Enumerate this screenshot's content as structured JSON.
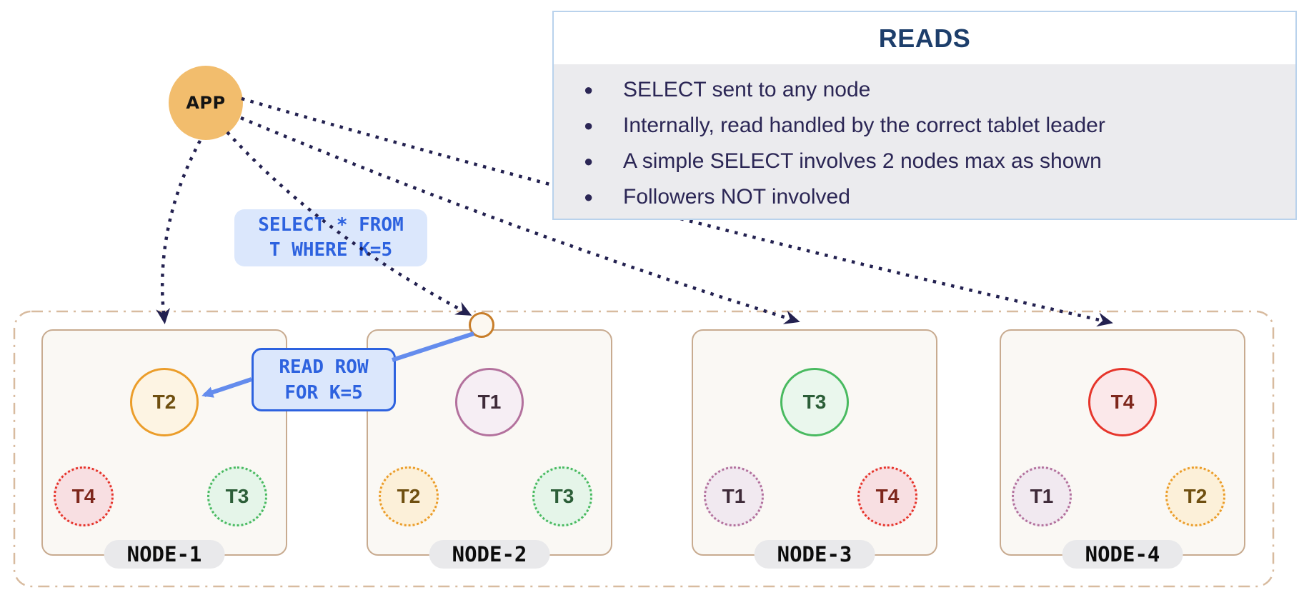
{
  "app": {
    "label": "APP"
  },
  "reads_panel": {
    "title": "READS",
    "bullets": [
      "SELECT sent to any node",
      "Internally, read handled by the correct tablet leader",
      "A simple SELECT involves 2 nodes max as shown",
      "Followers NOT involved"
    ]
  },
  "query_label": {
    "line1": "SELECT * FROM",
    "line2": "T WHERE K=5"
  },
  "read_row_label": {
    "line1": "READ ROW",
    "line2": "FOR K=5"
  },
  "nodes": [
    {
      "name": "NODE-1",
      "leader": "T2",
      "followers": [
        "T4",
        "T3"
      ]
    },
    {
      "name": "NODE-2",
      "leader": "T1",
      "followers": [
        "T2",
        "T3"
      ]
    },
    {
      "name": "NODE-3",
      "leader": "T3",
      "followers": [
        "T1",
        "T4"
      ]
    },
    {
      "name": "NODE-4",
      "leader": "T4",
      "followers": [
        "T1",
        "T2"
      ]
    }
  ],
  "colors": {
    "accent_blue": "#2d62df",
    "blue_arrow": "#648ced",
    "arrow_navy": "#232150",
    "app_fill": "#f2bd6d",
    "panel_border": "#b9d2ec",
    "panel_body_bg": "#ebebee",
    "cluster_border": "#d8bb9f",
    "node_border": "#c8ab90",
    "tablet_orange": "#eb9d2a",
    "tablet_purple": "#b3719d",
    "tablet_green": "#49ba60",
    "tablet_red": "#e6352b"
  }
}
